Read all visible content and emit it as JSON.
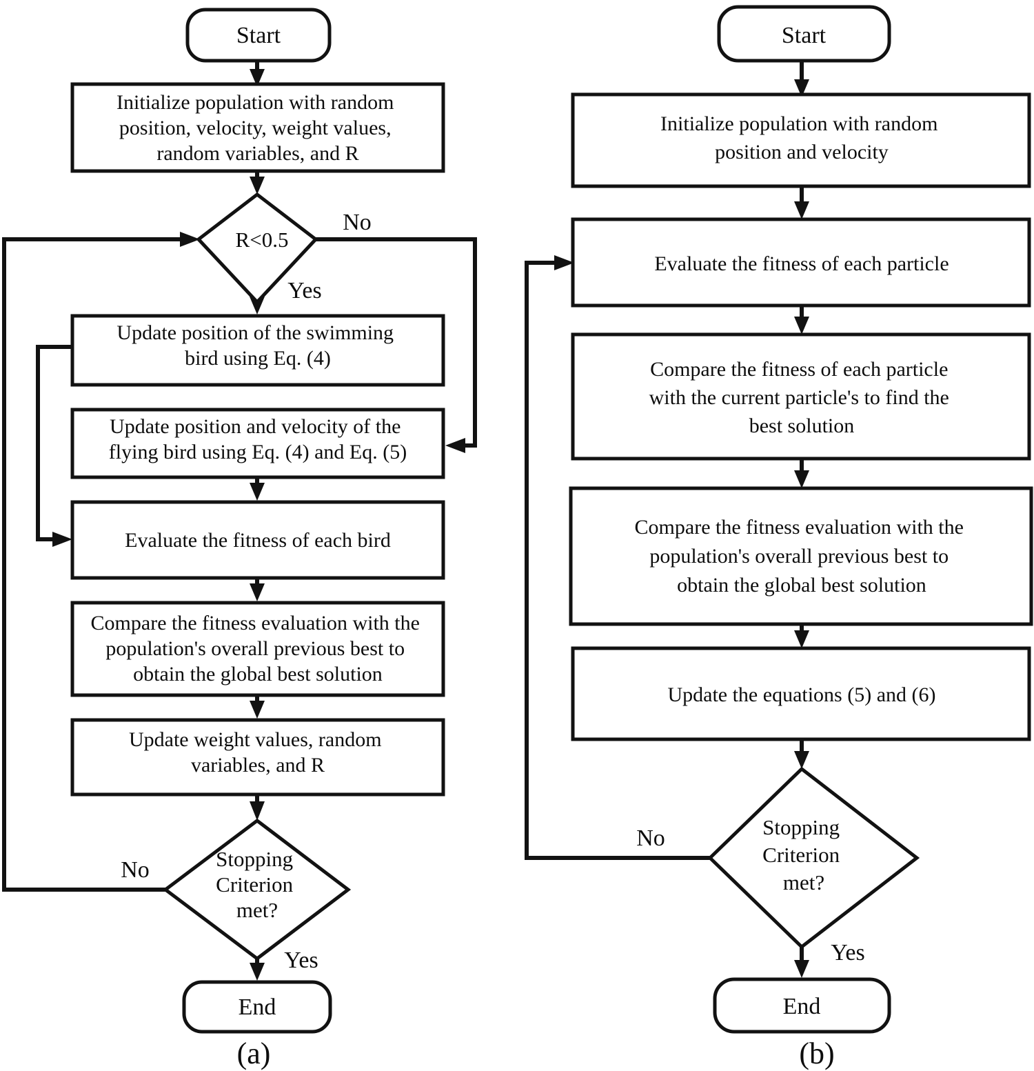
{
  "figure": {
    "type": "flowchart",
    "panels": [
      {
        "id": "a",
        "caption": "(a)",
        "nodes": [
          {
            "id": "a-start",
            "shape": "terminator",
            "label": "Start"
          },
          {
            "id": "a-init",
            "shape": "process",
            "lines": [
              "Initialize population with random",
              "position, velocity, weight values,",
              "random variables, and R"
            ]
          },
          {
            "id": "a-decision-r",
            "shape": "decision",
            "lines": [
              "R<0.5"
            ]
          },
          {
            "id": "a-swim",
            "shape": "process",
            "lines": [
              "Update position of the swimming",
              "bird using Eq. (4)"
            ]
          },
          {
            "id": "a-fly",
            "shape": "process",
            "lines": [
              "Update position and velocity of the",
              "flying bird using Eq. (4) and Eq. (5)"
            ]
          },
          {
            "id": "a-eval",
            "shape": "process",
            "lines": [
              "Evaluate the fitness of each bird"
            ]
          },
          {
            "id": "a-compare",
            "shape": "process",
            "lines": [
              "Compare the fitness evaluation with the",
              "population's overall previous best to",
              "obtain the global best solution"
            ]
          },
          {
            "id": "a-update",
            "shape": "process",
            "lines": [
              "Update weight values, random",
              "variables, and R"
            ]
          },
          {
            "id": "a-decision-stop",
            "shape": "decision",
            "lines": [
              "Stopping",
              "Criterion",
              "met?"
            ]
          },
          {
            "id": "a-end",
            "shape": "terminator",
            "label": "End"
          }
        ],
        "edge_labels": {
          "decision_r_no": "No",
          "decision_r_yes": "Yes",
          "decision_stop_no": "No",
          "decision_stop_yes": "Yes"
        }
      },
      {
        "id": "b",
        "caption": "(b)",
        "nodes": [
          {
            "id": "b-start",
            "shape": "terminator",
            "label": "Start"
          },
          {
            "id": "b-init",
            "shape": "process",
            "lines": [
              "Initialize population with random",
              "position and velocity"
            ]
          },
          {
            "id": "b-eval",
            "shape": "process",
            "lines": [
              "Evaluate the fitness of each particle"
            ]
          },
          {
            "id": "b-compare1",
            "shape": "process",
            "lines": [
              "Compare the fitness of each particle",
              "with the current particle's to find the",
              "best solution"
            ]
          },
          {
            "id": "b-compare2",
            "shape": "process",
            "lines": [
              "Compare the fitness evaluation with the",
              "population's overall previous best to",
              "obtain the global best solution"
            ]
          },
          {
            "id": "b-update",
            "shape": "process",
            "lines": [
              "Update the equations (5) and (6)"
            ]
          },
          {
            "id": "b-decision-stop",
            "shape": "decision",
            "lines": [
              "Stopping",
              "Criterion",
              "met?"
            ]
          },
          {
            "id": "b-end",
            "shape": "terminator",
            "label": "End"
          }
        ],
        "edge_labels": {
          "decision_stop_no": "No",
          "decision_stop_yes": "Yes"
        }
      }
    ],
    "colors": {
      "stroke": "#121212",
      "fill": "#ffffff",
      "text": "#0d0d0d"
    }
  }
}
